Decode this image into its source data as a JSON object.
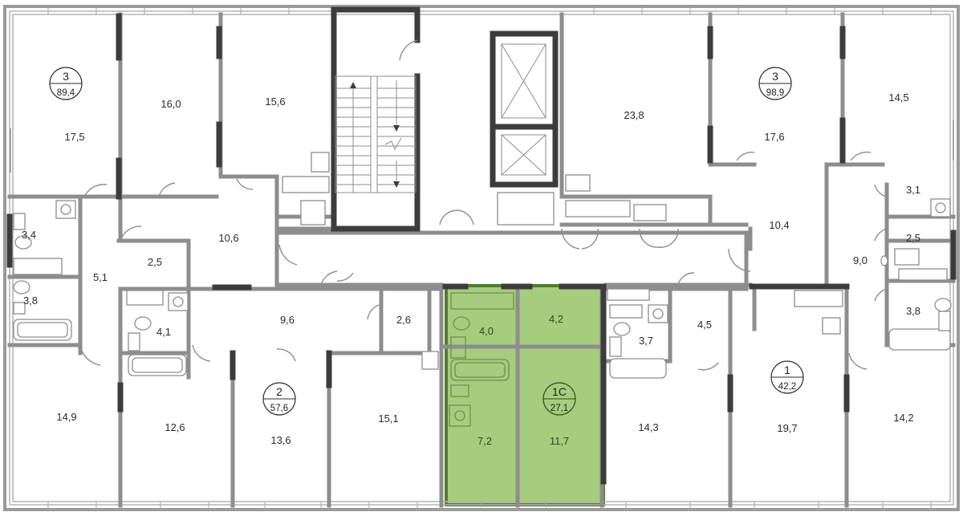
{
  "colors": {
    "highlight_fill": "#a5cd7d",
    "highlight_stroke": "#4f7e2a",
    "wall": "#8d8d8d",
    "core_wall": "#3c3c3c"
  },
  "apartments": [
    {
      "id": "apt-3-west",
      "rooms": "3",
      "area": "89,4"
    },
    {
      "id": "apt-3-east",
      "rooms": "3",
      "area": "98,9"
    },
    {
      "id": "apt-2",
      "rooms": "2",
      "area": "57,6"
    },
    {
      "id": "apt-1c",
      "rooms": "1С",
      "area": "27,1",
      "highlighted": true
    },
    {
      "id": "apt-1",
      "rooms": "1",
      "area": "42,2"
    }
  ],
  "rooms": [
    "17,5",
    "16,0",
    "15,6",
    "23,8",
    "17,6",
    "14,5",
    "3,4",
    "3,8",
    "5,1",
    "2,5",
    "10,6",
    "3,1",
    "2,5",
    "10,4",
    "9,0",
    "3,8",
    "4,1",
    "9,6",
    "2,6",
    "4,0",
    "4,2",
    "3,7",
    "4,5",
    "14,9",
    "12,6",
    "13,6",
    "15,1",
    "7,2",
    "11,7",
    "14,3",
    "19,7",
    "14,2"
  ],
  "icons": [
    "stair-up-arrow-icon",
    "stair-down-arrow-icon",
    "elevator-icon",
    "washing-machine-icon"
  ]
}
